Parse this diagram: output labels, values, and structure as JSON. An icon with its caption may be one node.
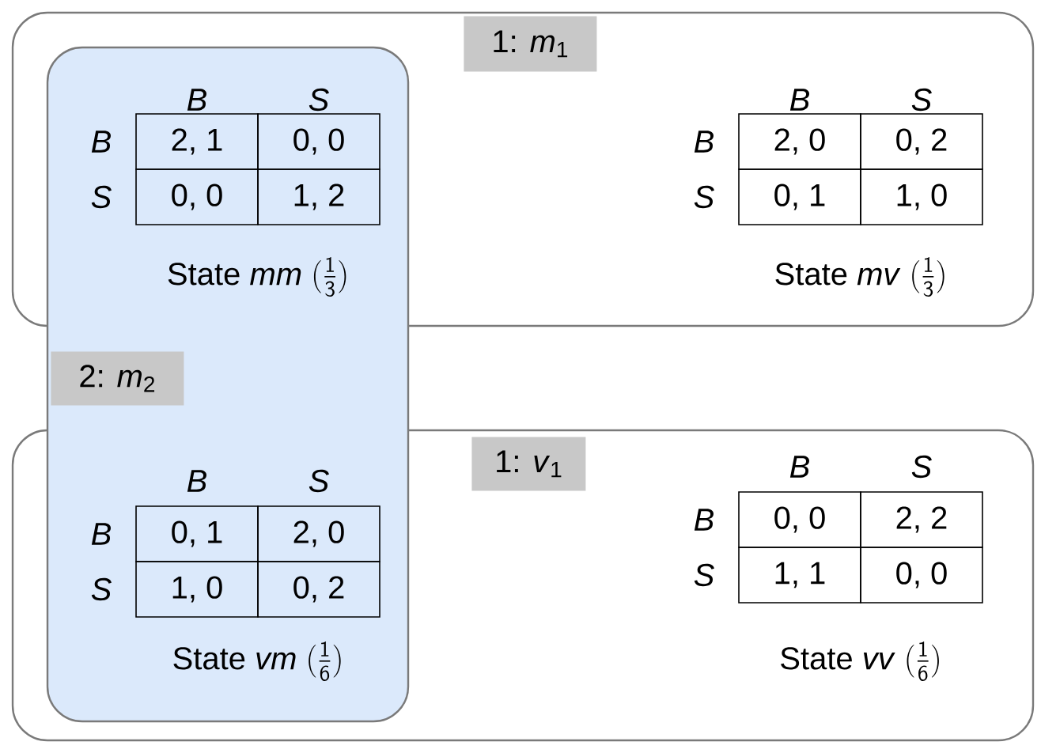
{
  "diagram": {
    "nodes": [
      {
        "text": [
          "1: *m*$_{1}$"
        ]
      },
      {
        "text": [
          "2: *m*$_{2}$"
        ]
      },
      {
        "text": [
          "1: *v*$_{1}$"
        ]
      }
    ],
    "labels": [
      "B",
      "S",
      "B",
      "2, 1",
      "0, 0",
      "S",
      "0, 0",
      "1, 2",
      "\\mbox{State \\textit{mm} }(\\tfrac{\\mathsf{1}}{\\mathsf{3}})",
      "B",
      "S",
      "B",
      "2, 0",
      "0, 2",
      "S",
      "0, 1",
      "1, 0",
      "\\mbox{State \\textit{mv} }(\\tfrac{\\mathsf{1}}{\\mathsf{3}})",
      "B",
      "S",
      "B",
      "0, 1",
      "2, 0",
      "S",
      "1, 0",
      "0, 2",
      "\\mbox{State \\textit{vm} }(\\tfrac{\\mathsf{1}}{\\mathsf{6}})",
      "B",
      "S",
      "B",
      "0, 0",
      "2, 2",
      "S",
      "1, 1",
      "0, 0",
      "\\mbox{State \\textit{vv} }(\\tfrac{\\mathsf{1}}{\\mathsf{6}})"
    ]
  }
}
